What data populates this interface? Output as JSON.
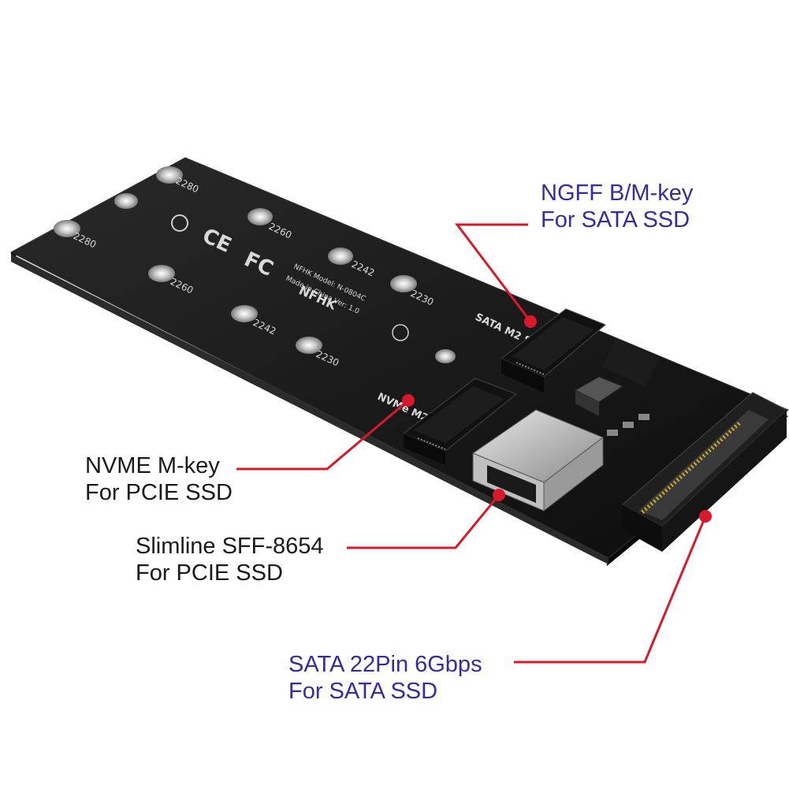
{
  "callouts": {
    "ngff": {
      "line1": "NGFF B/M-key",
      "line2": "For SATA SSD",
      "color": "#3a2a9a"
    },
    "nvme": {
      "line1": "NVME M-key",
      "line2": "For PCIE SSD",
      "color": "#1a1a1a"
    },
    "slimline": {
      "line1": "Slimline SFF-8654",
      "line2": "For PCIE SSD",
      "color": "#1a1a1a"
    },
    "sata": {
      "line1": "SATA 22Pin 6Gbps",
      "line2": "For SATA SSD",
      "color": "#3a2a9a"
    }
  },
  "pcb": {
    "brand": "NFHK",
    "model": "NFHK Model: N-0804C",
    "made_in": "Made in China  Ver: 1.0",
    "slot_sata": "SATA M2 SSD",
    "slot_nvme": "NVMe M2 SSD",
    "sizes": [
      "2280",
      "2260",
      "2242",
      "2230",
      "2280",
      "2260",
      "2242",
      "2230"
    ]
  },
  "colors": {
    "leader_line": "#d8192a",
    "board": "#141414"
  }
}
